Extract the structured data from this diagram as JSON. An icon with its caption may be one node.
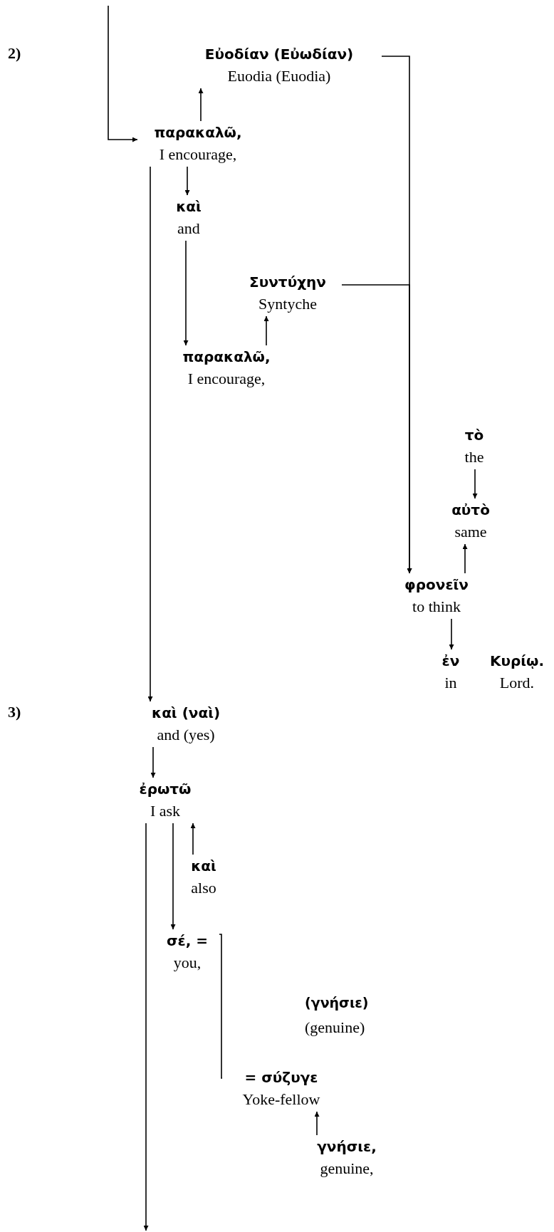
{
  "diagram": {
    "nodes": [
      {
        "text": [
          "Εὐοδίαν (Εὐωδίαν)",
          "Euodia (Euodia)"
        ]
      },
      {
        "text": [
          "παρακαλῶ,",
          "I encourage,"
        ]
      },
      {
        "text": [
          "καὶ",
          "and"
        ]
      },
      {
        "text": [
          "Συντύχην",
          "Syntyche"
        ]
      },
      {
        "text": [
          "παρακαλῶ,",
          "I encourage,"
        ]
      },
      {
        "text": [
          "τὸ",
          "the"
        ]
      },
      {
        "text": [
          "αὐτὸ",
          "same"
        ]
      },
      {
        "text": [
          "φρονεῖν",
          "to think"
        ]
      },
      {
        "text": [
          "ἐν",
          "in"
        ]
      },
      {
        "text": [
          "Κυρίῳ.",
          "Lord."
        ]
      },
      {
        "text": [
          "καὶ (ναὶ)",
          "and (yes)"
        ]
      },
      {
        "text": [
          "ἐρωτῶ",
          "I ask"
        ]
      },
      {
        "text": [
          "καὶ",
          "also"
        ]
      },
      {
        "text": [
          "σέ, =",
          "you,"
        ]
      },
      {
        "text": [
          "= σύζυγε",
          "Yoke-fellow"
        ]
      },
      {
        "text": [
          "γνήσιε,",
          "genuine,"
        ]
      }
    ],
    "edges": [
      {
        "from": null,
        "to": 1,
        "arrow": "to"
      },
      {
        "from": 1,
        "to": 0,
        "arrow": "to"
      },
      {
        "from": 1,
        "to": 2,
        "arrow": "to"
      },
      {
        "from": 2,
        "to": 4,
        "arrow": "to"
      },
      {
        "from": 4,
        "to": 3,
        "arrow": "to"
      },
      {
        "from": 0,
        "to": 7,
        "arrow": "to"
      },
      {
        "from": 3,
        "to": 7,
        "arrow": "to"
      },
      {
        "from": 7,
        "to": 6,
        "arrow": "to"
      },
      {
        "from": 5,
        "to": 6,
        "arrow": "to"
      },
      {
        "from": 7,
        "to": 8,
        "arrow": "to"
      },
      {
        "from": 1,
        "to": 10,
        "arrow": "to"
      },
      {
        "from": 10,
        "to": 11,
        "arrow": "to"
      },
      {
        "from": 12,
        "to": 11,
        "arrow": "to"
      },
      {
        "from": 11,
        "to": 13,
        "arrow": "to"
      },
      {
        "from": 13,
        "to": 14,
        "arrow": "none"
      },
      {
        "from": 15,
        "to": 14,
        "arrow": "to"
      },
      {
        "from": 11,
        "to": null,
        "arrow": "to"
      }
    ],
    "labels": [
      "2)",
      "3)",
      "(γνήσιε)",
      "(genuine)"
    ]
  }
}
